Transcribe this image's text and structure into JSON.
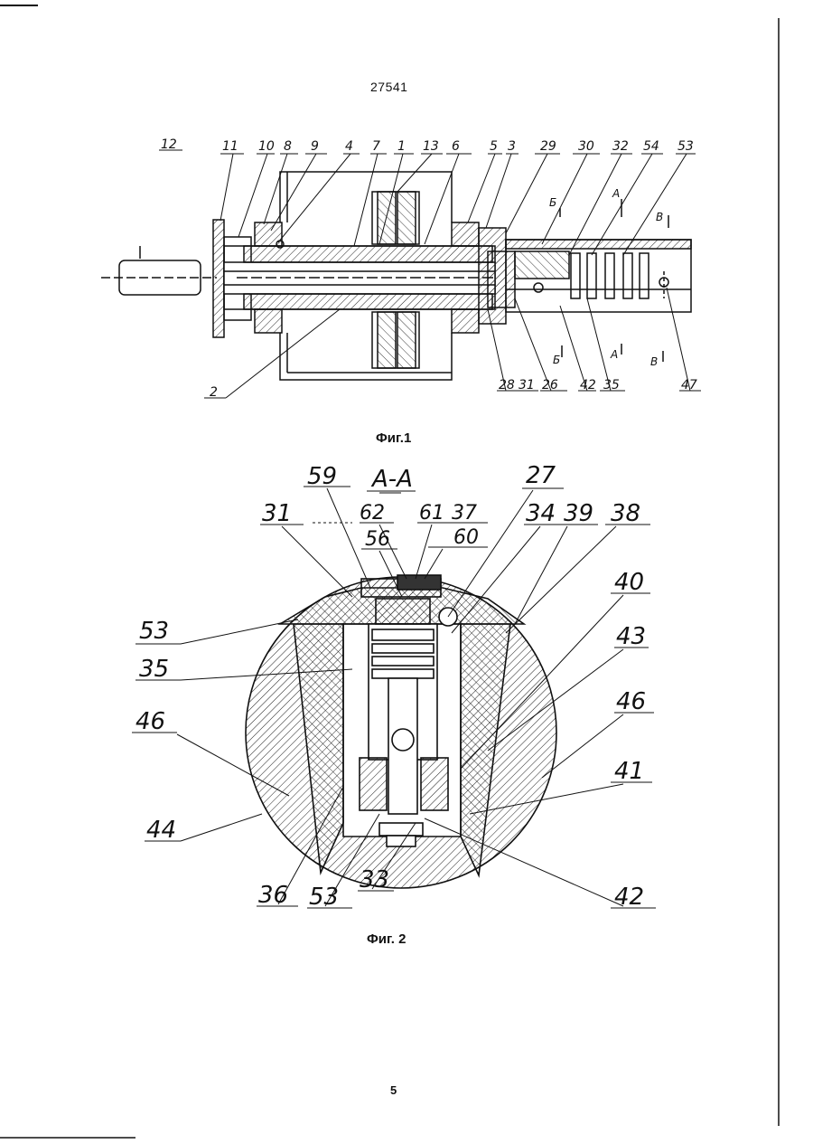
{
  "document": {
    "doc_number": "27541",
    "page_number": "5"
  },
  "figure1": {
    "caption": "Фиг.1",
    "top_labels": [
      "12",
      "11",
      "10",
      "8",
      "9",
      "4",
      "7",
      "1",
      "13",
      "6",
      "5",
      "3",
      "29",
      "30",
      "32",
      "54",
      "53"
    ],
    "bottom_labels": [
      "2",
      "28",
      "31",
      "26",
      "42",
      "35",
      "47"
    ],
    "section_marks": [
      "Б",
      "А",
      "В",
      "А",
      "Б",
      "В"
    ]
  },
  "figure2": {
    "caption": "Фиг. 2",
    "section_title": "А-А",
    "labels": {
      "l59": "59",
      "l31": "31",
      "l62": "62",
      "l61": "61",
      "l37": "37",
      "l56": "56",
      "l60": "60",
      "l27": "27",
      "l34": "34",
      "l39": "39",
      "l38": "38",
      "l40": "40",
      "l53a": "53",
      "l35": "35",
      "l43": "43",
      "l46a": "46",
      "l46b": "46",
      "l44": "44",
      "l41": "41",
      "l36": "36",
      "l53b": "53",
      "l33": "33",
      "l42": "42"
    }
  }
}
